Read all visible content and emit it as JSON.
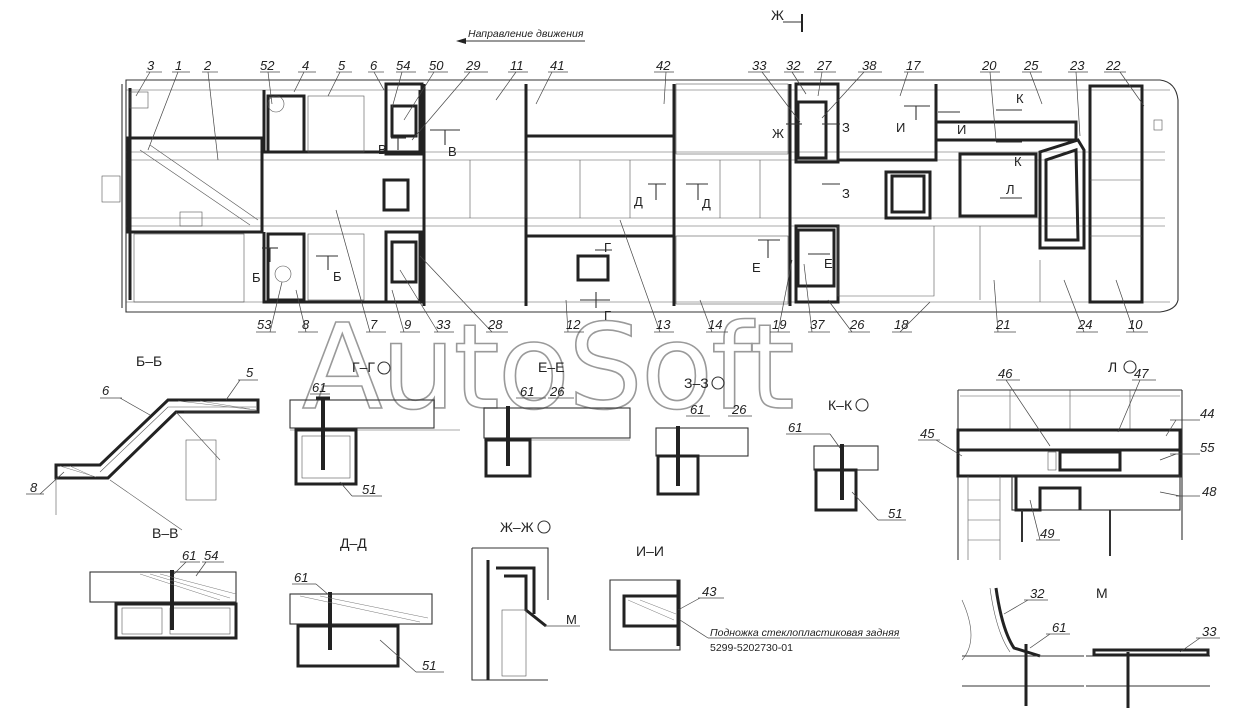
{
  "direction_label": "Направление движения",
  "view_mark": "Ж",
  "callouts_top": [
    "3",
    "1",
    "2",
    "52",
    "4",
    "5",
    "6",
    "54",
    "50",
    "29",
    "11",
    "41",
    "42",
    "33",
    "32",
    "27",
    "38",
    "17",
    "20",
    "25",
    "23",
    "22"
  ],
  "callouts_bottom": [
    "53",
    "8",
    "7",
    "9",
    "33",
    "28",
    "12",
    "13",
    "14",
    "19",
    "37",
    "26",
    "18",
    "21",
    "24",
    "10"
  ],
  "section_marks": [
    "В",
    "В",
    "Б",
    "Б",
    "Д",
    "Д",
    "Г",
    "Г",
    "Ж",
    "З",
    "З",
    "Е",
    "Е",
    "И",
    "И",
    "К",
    "К",
    "Л"
  ],
  "sections": {
    "bb": {
      "title": "Б–Б",
      "labels": [
        "6",
        "5",
        "8"
      ]
    },
    "gg": {
      "title": "Г–Г",
      "labels": [
        "61",
        "51"
      ]
    },
    "ee": {
      "title": "Е–Е",
      "labels": [
        "61",
        "26"
      ]
    },
    "zz": {
      "title": "З–З",
      "labels": [
        "61",
        "26"
      ]
    },
    "kk": {
      "title": "К–К",
      "labels": [
        "61",
        "51"
      ]
    },
    "ll": {
      "title": "Л",
      "labels": [
        "46",
        "47",
        "44",
        "45",
        "55",
        "48",
        "49"
      ]
    },
    "vv": {
      "title": "В–В",
      "labels": [
        "61",
        "54"
      ]
    },
    "dd": {
      "title": "Д–Д",
      "labels": [
        "61",
        "51"
      ]
    },
    "zhzh": {
      "title": "Ж–Ж",
      "labels": [
        "М"
      ]
    },
    "ii": {
      "title": "И–И",
      "labels": [
        "43"
      ]
    },
    "m": {
      "title": "М",
      "labels": [
        "32",
        "61",
        "33"
      ]
    }
  },
  "step_caption": "Подножка стеклопластиковая задняя",
  "step_part_number": "5299-5202730-01",
  "watermark": "AutoSoft"
}
